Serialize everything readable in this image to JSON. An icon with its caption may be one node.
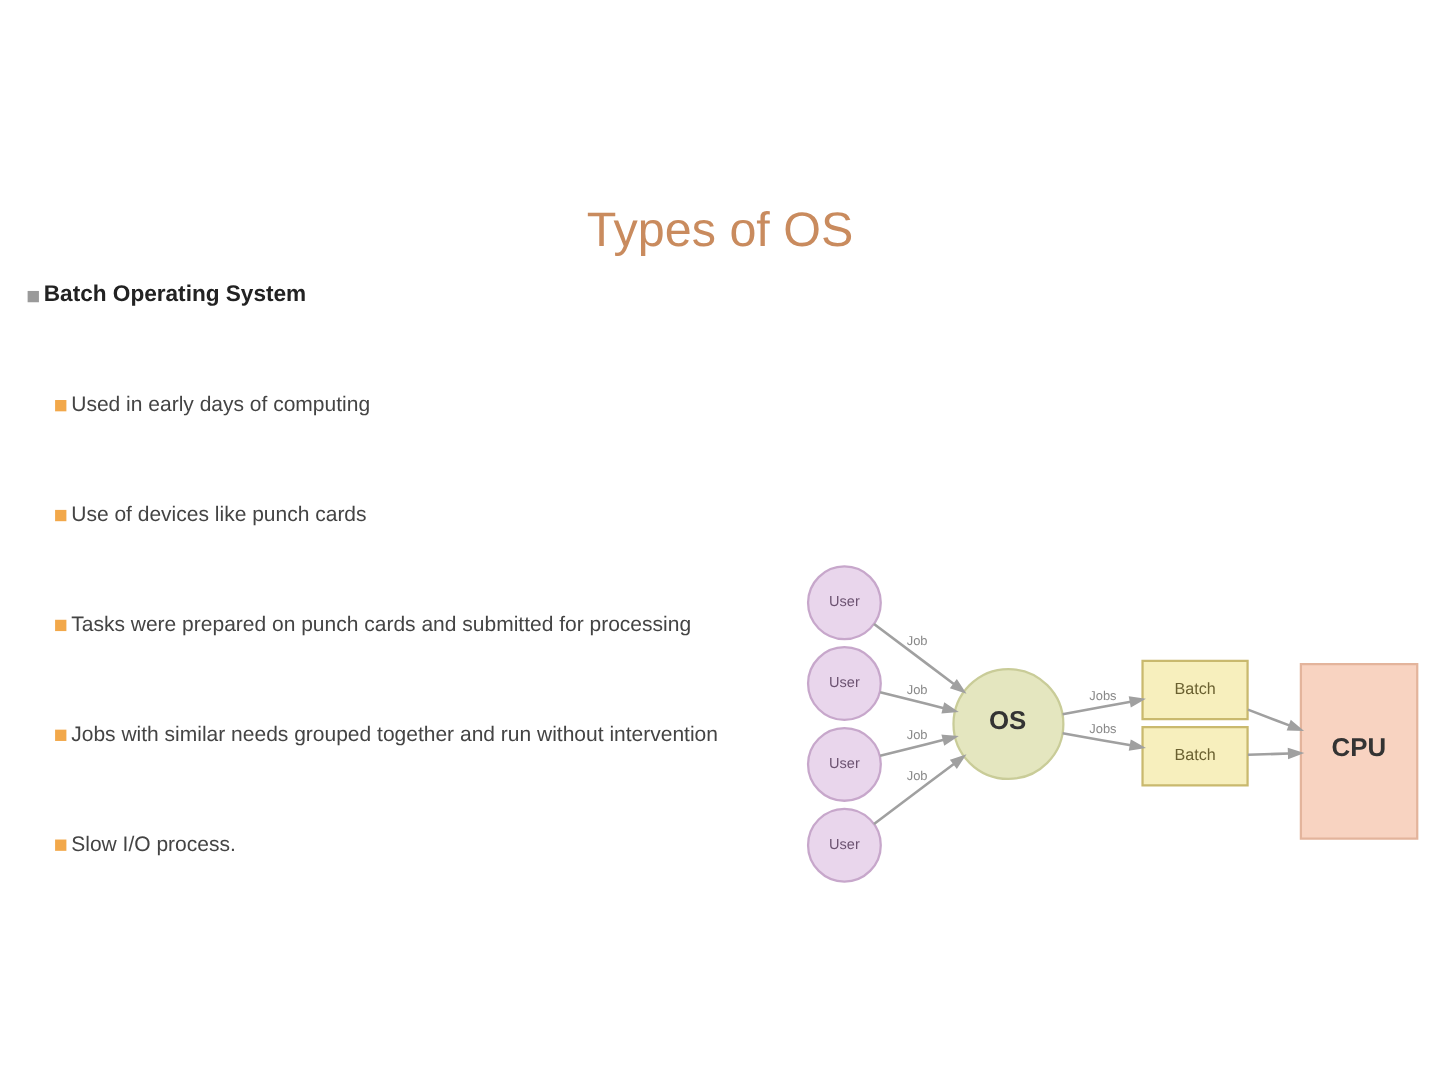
{
  "diagram": {
    "title": "Types of OS",
    "nodes": [
      {
        "text": [
          "User"
        ]
      },
      {
        "text": [
          "User"
        ]
      },
      {
        "text": [
          "User"
        ]
      },
      {
        "text": [
          "User"
        ]
      },
      {
        "text": [
          "OS"
        ]
      },
      {
        "text": [
          "Batch"
        ]
      },
      {
        "text": [
          "Batch"
        ]
      },
      {
        "text": [
          "CPU"
        ]
      }
    ],
    "edges": [
      {
        "from": 0,
        "to": 4,
        "arrow": "to",
        "label": "Job"
      },
      {
        "from": 1,
        "to": 4,
        "arrow": "to",
        "label": "Job"
      },
      {
        "from": 2,
        "to": 4,
        "arrow": "to",
        "label": "Job"
      },
      {
        "from": 3,
        "to": 4,
        "arrow": "to",
        "label": "Job"
      },
      {
        "from": 4,
        "to": 5,
        "arrow": "to",
        "label": "Jobs"
      },
      {
        "from": 4,
        "to": 6,
        "arrow": "to",
        "label": "Jobs"
      },
      {
        "from": 5,
        "to": 7,
        "arrow": "to"
      },
      {
        "from": 6,
        "to": 7,
        "arrow": "to"
      }
    ],
    "labels": [
      "Batch Operating System",
      "Used in early days of computing",
      "Use of devices like punch cards",
      "Tasks were prepared on punch cards and submitted for processing",
      "Jobs with similar needs grouped together and run without intervention",
      "Slow I/O process."
    ]
  }
}
